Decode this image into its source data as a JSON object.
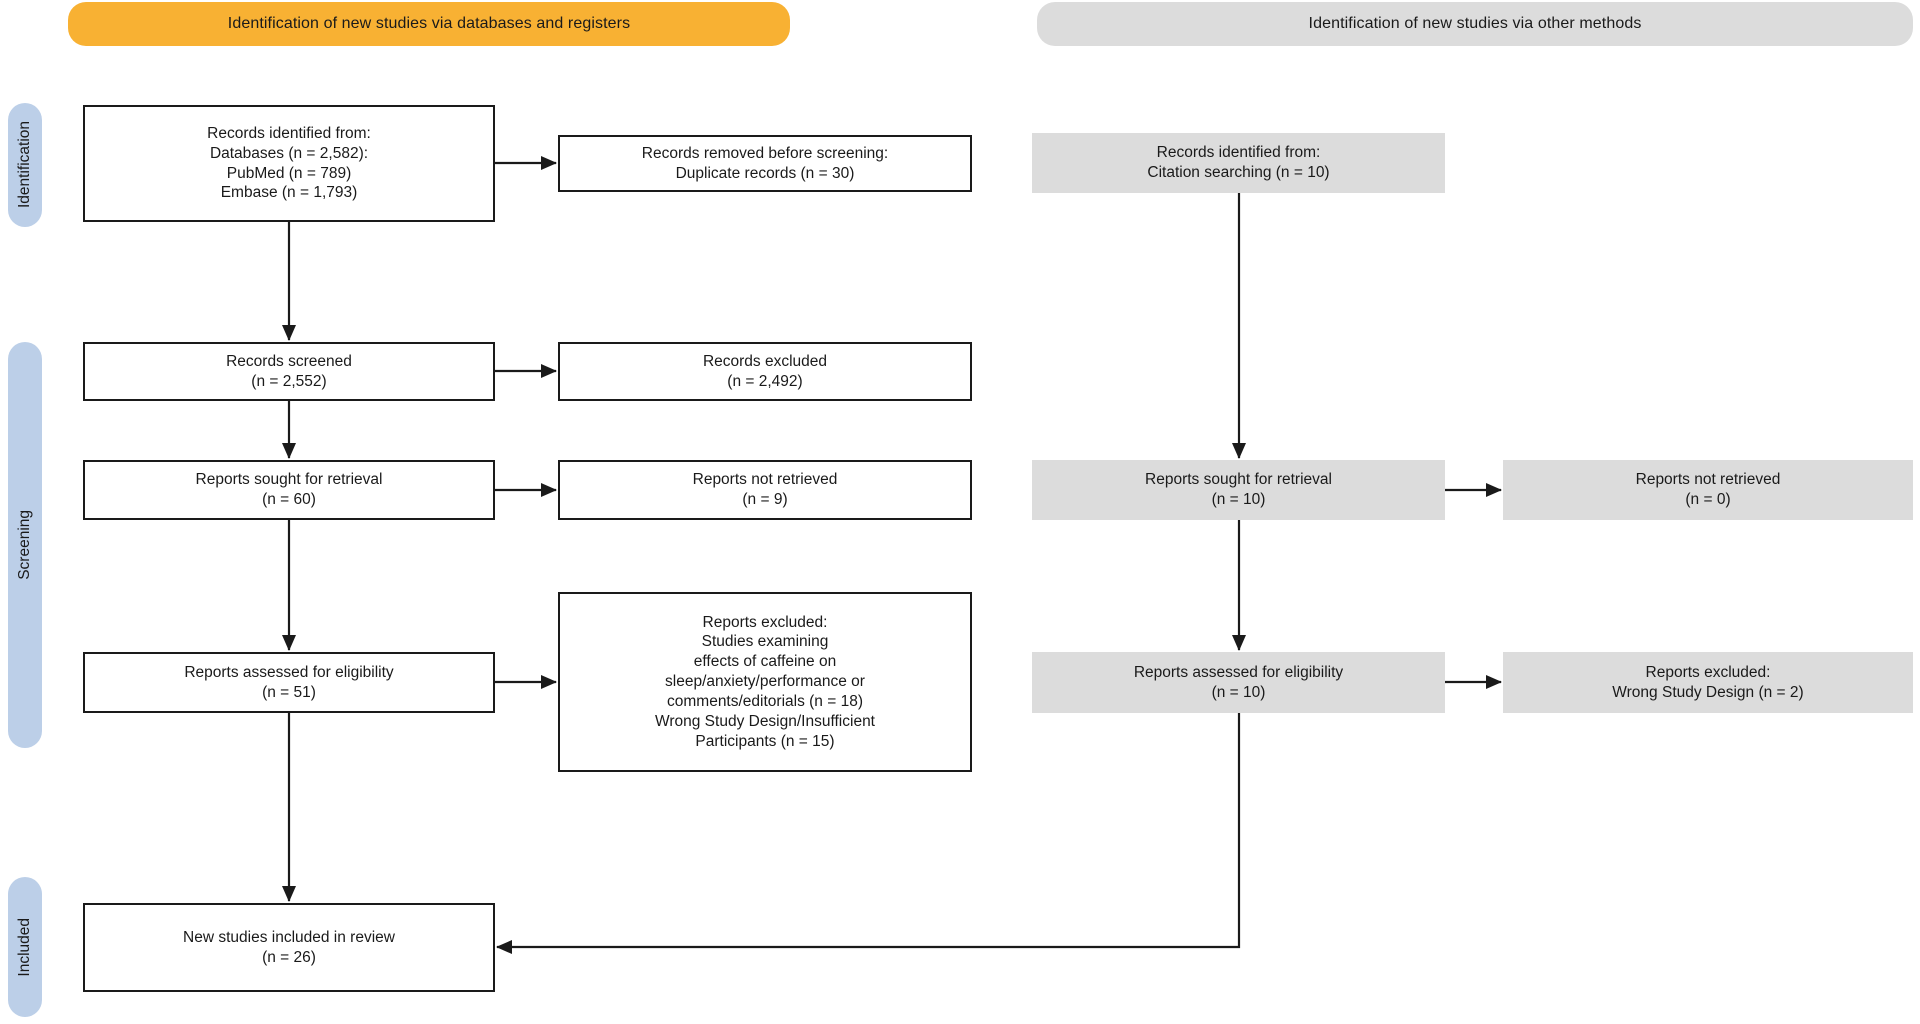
{
  "banners": {
    "databases": "Identification of new studies via databases and registers",
    "other_methods": "Identification of new studies via other methods"
  },
  "stages": {
    "identification": "Identification",
    "screening": "Screening",
    "included": "Included"
  },
  "boxes": {
    "records_identified_db": "Records identified from:\nDatabases (n = 2,582):\nPubMed (n = 789)\nEmbase (n = 1,793)",
    "records_removed": "Records removed before screening:\nDuplicate records (n = 30)",
    "records_identified_citation": "Records identified from:\nCitation searching (n = 10)",
    "records_screened": "Records screened\n(n = 2,552)",
    "records_excluded": "Records excluded\n(n = 2,492)",
    "reports_sought_db": "Reports sought for retrieval\n(n = 60)",
    "reports_not_retrieved_db": "Reports not retrieved\n(n = 9)",
    "reports_sought_other": "Reports sought for retrieval\n(n = 10)",
    "reports_not_retrieved_other": "Reports not retrieved\n(n = 0)",
    "reports_assessed_db": "Reports assessed for eligibility\n(n = 51)",
    "reports_excluded_db": "Reports excluded:\nStudies examining\neffects of caffeine on\nsleep/anxiety/performance or\ncomments/editorials (n = 18)\nWrong Study Design/Insufficient\nParticipants (n = 15)",
    "reports_assessed_other": "Reports assessed for eligibility\n(n = 10)",
    "reports_excluded_other": "Reports excluded:\nWrong Study Design (n = 2)",
    "included_studies": "New studies included in review\n(n = 26)"
  },
  "colors": {
    "banner_databases": "#F8B133",
    "banner_other": "#DCDCDC",
    "stage_pill": "#BCCFE8",
    "gray_box": "#DCDCDC",
    "box_border": "#1A1A1A",
    "arrow": "#1A1A1A"
  }
}
